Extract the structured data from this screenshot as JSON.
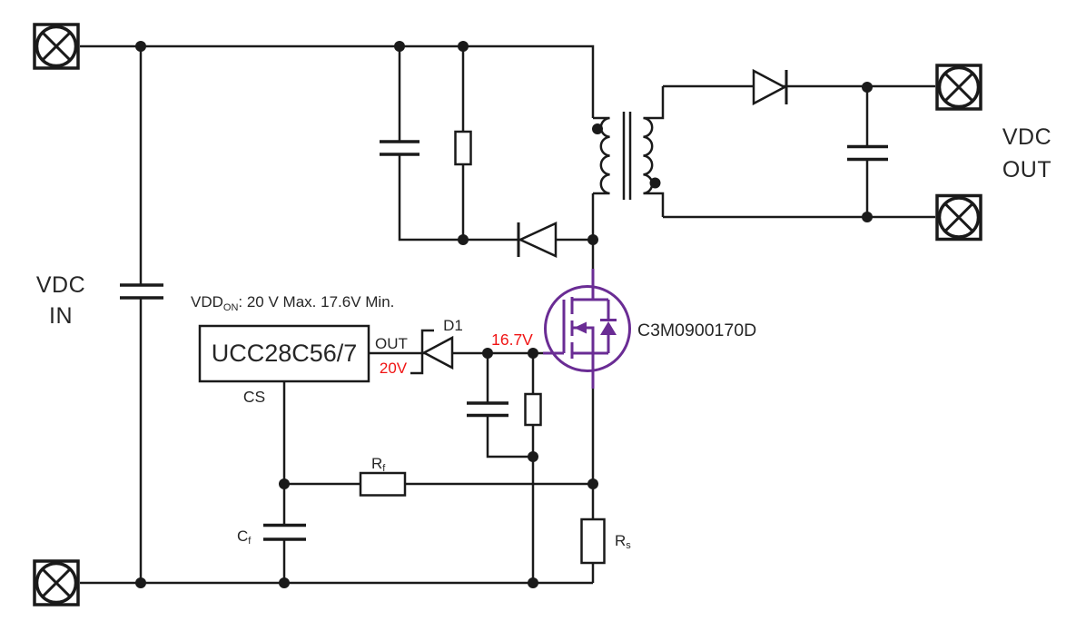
{
  "schematic": {
    "kind": "flyback-converter-gate-drive-circuit",
    "input_label": {
      "line1": "VDC",
      "line2": "IN"
    },
    "output_label": {
      "line1": "VDC",
      "line2": "OUT"
    },
    "note": {
      "prefix": "VDD",
      "subscript": "ON",
      "suffix": ": 20 V Max. 17.6V Min."
    },
    "controller": {
      "part": "UCC28C56/7",
      "out_pin": "OUT",
      "cs_pin": "CS"
    },
    "voltages": {
      "out_level": "20V",
      "gate_level": "16.7V"
    },
    "diode_d1_label": "D1",
    "mosfet_part": "C3M0900170D",
    "resistor_rf": {
      "base": "R",
      "sub": "f"
    },
    "capacitor_cf": {
      "base": "C",
      "sub": "f"
    },
    "resistor_rs": {
      "base": "R",
      "sub": "s"
    }
  },
  "colors": {
    "wire": "#1A1A1A",
    "text": "#262626",
    "highlight_red": "#F01414",
    "mosfet_purple": "#6A2C94",
    "background": "#FFFFFF"
  }
}
